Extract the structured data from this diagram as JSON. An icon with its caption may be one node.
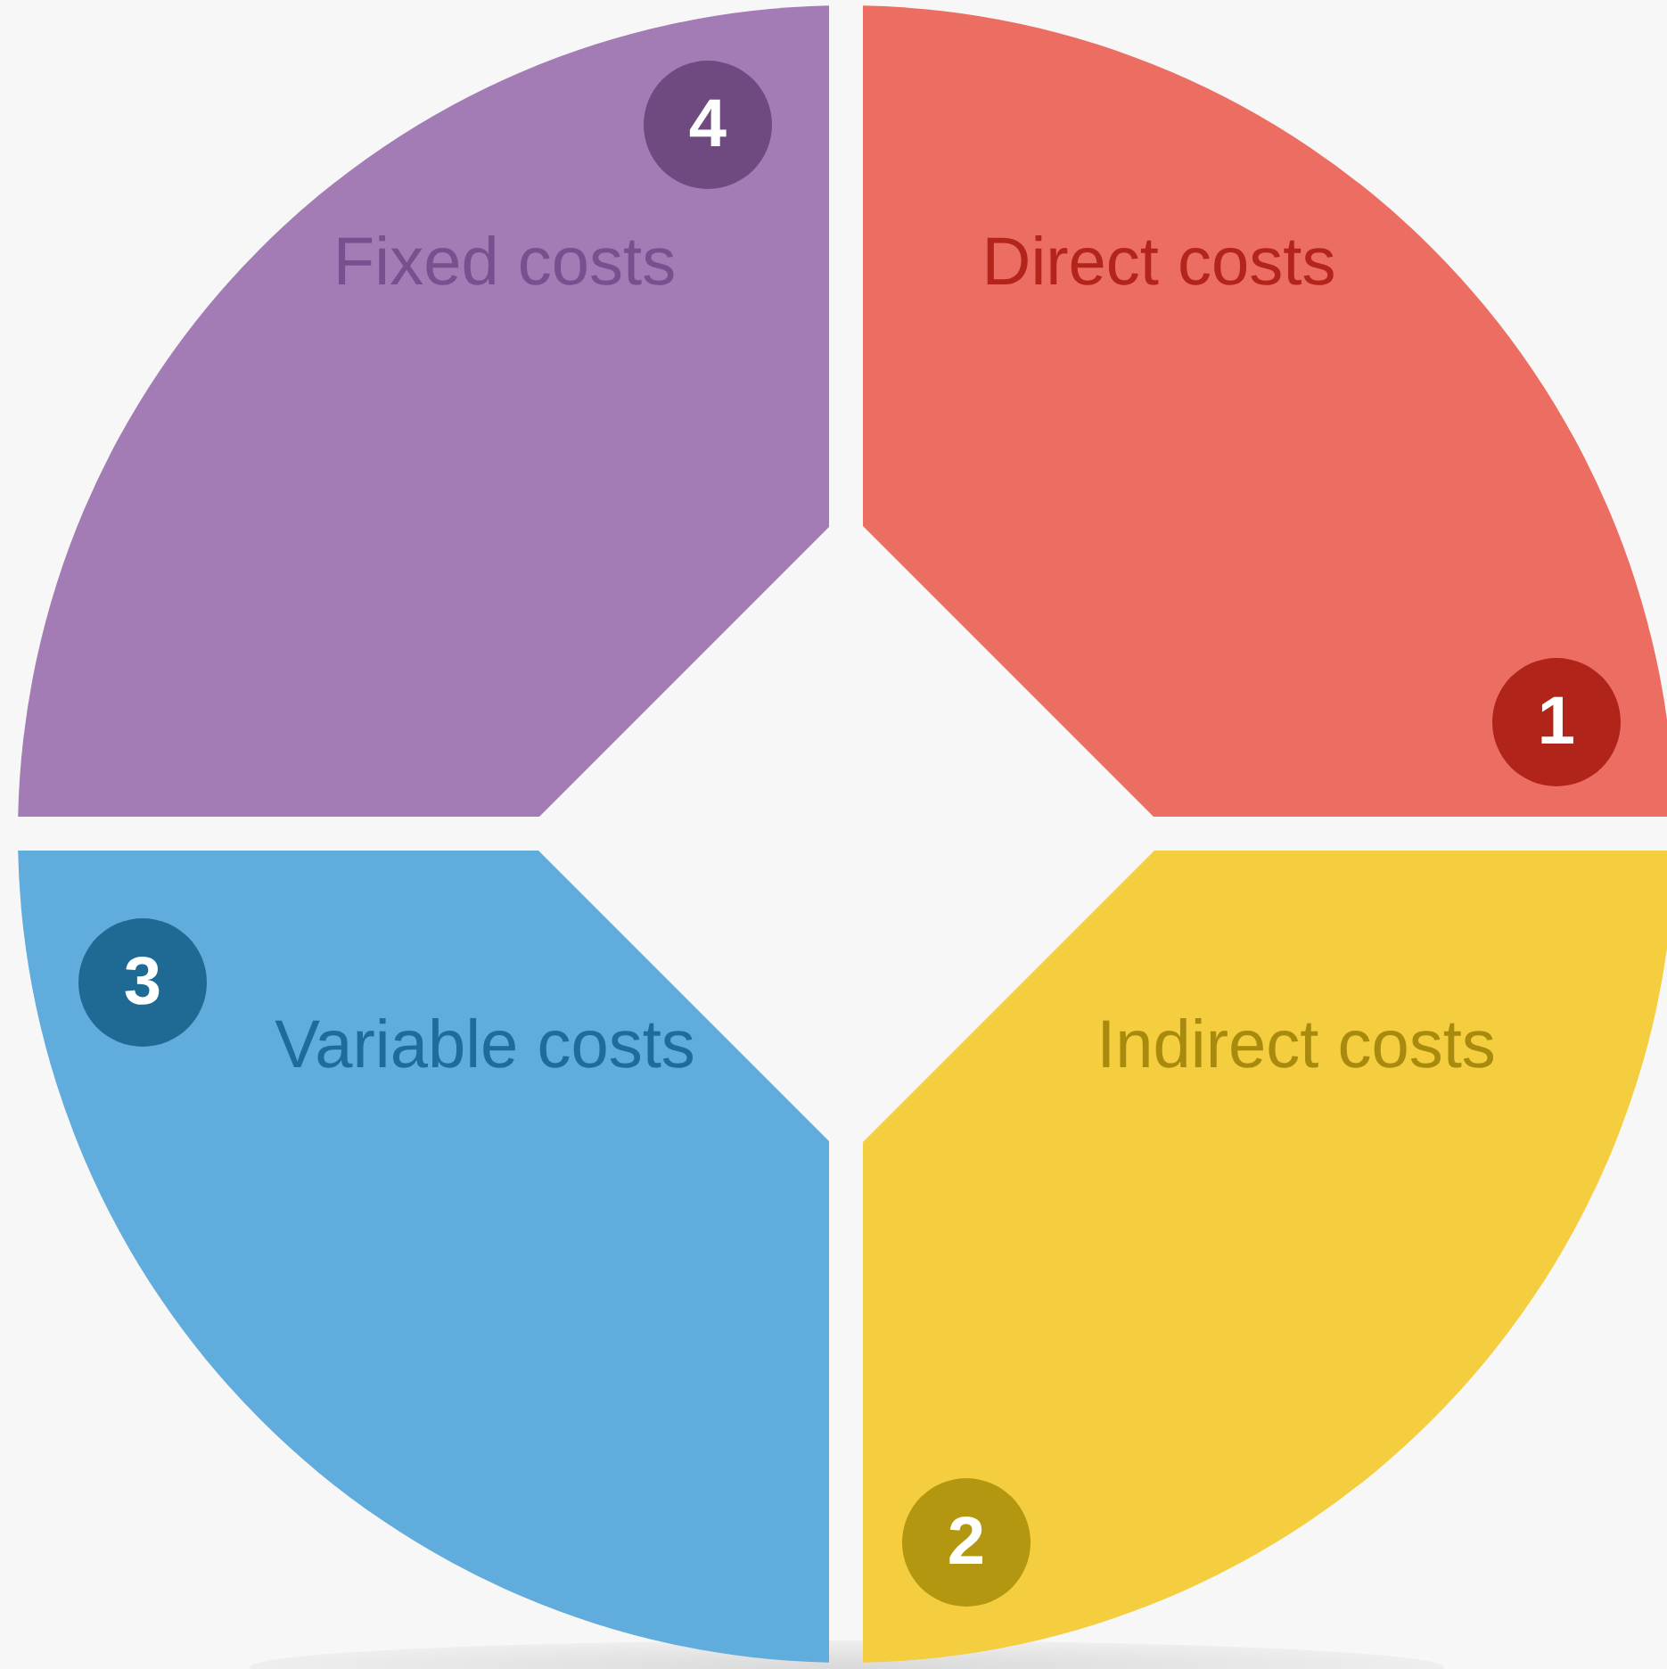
{
  "diagram": {
    "nodes": [
      {
        "text": [
          "Fixed costs"
        ]
      },
      {
        "text": [
          "4"
        ],
        "in": 0
      },
      {
        "text": [
          "Direct costs"
        ]
      },
      {
        "text": [
          "1"
        ],
        "in": 2
      },
      {
        "text": [
          "Variable costs"
        ]
      },
      {
        "text": [
          "3"
        ],
        "in": 4
      },
      {
        "text": [
          "Indirect costs"
        ]
      },
      {
        "text": [
          "2"
        ],
        "in": 6
      }
    ]
  }
}
